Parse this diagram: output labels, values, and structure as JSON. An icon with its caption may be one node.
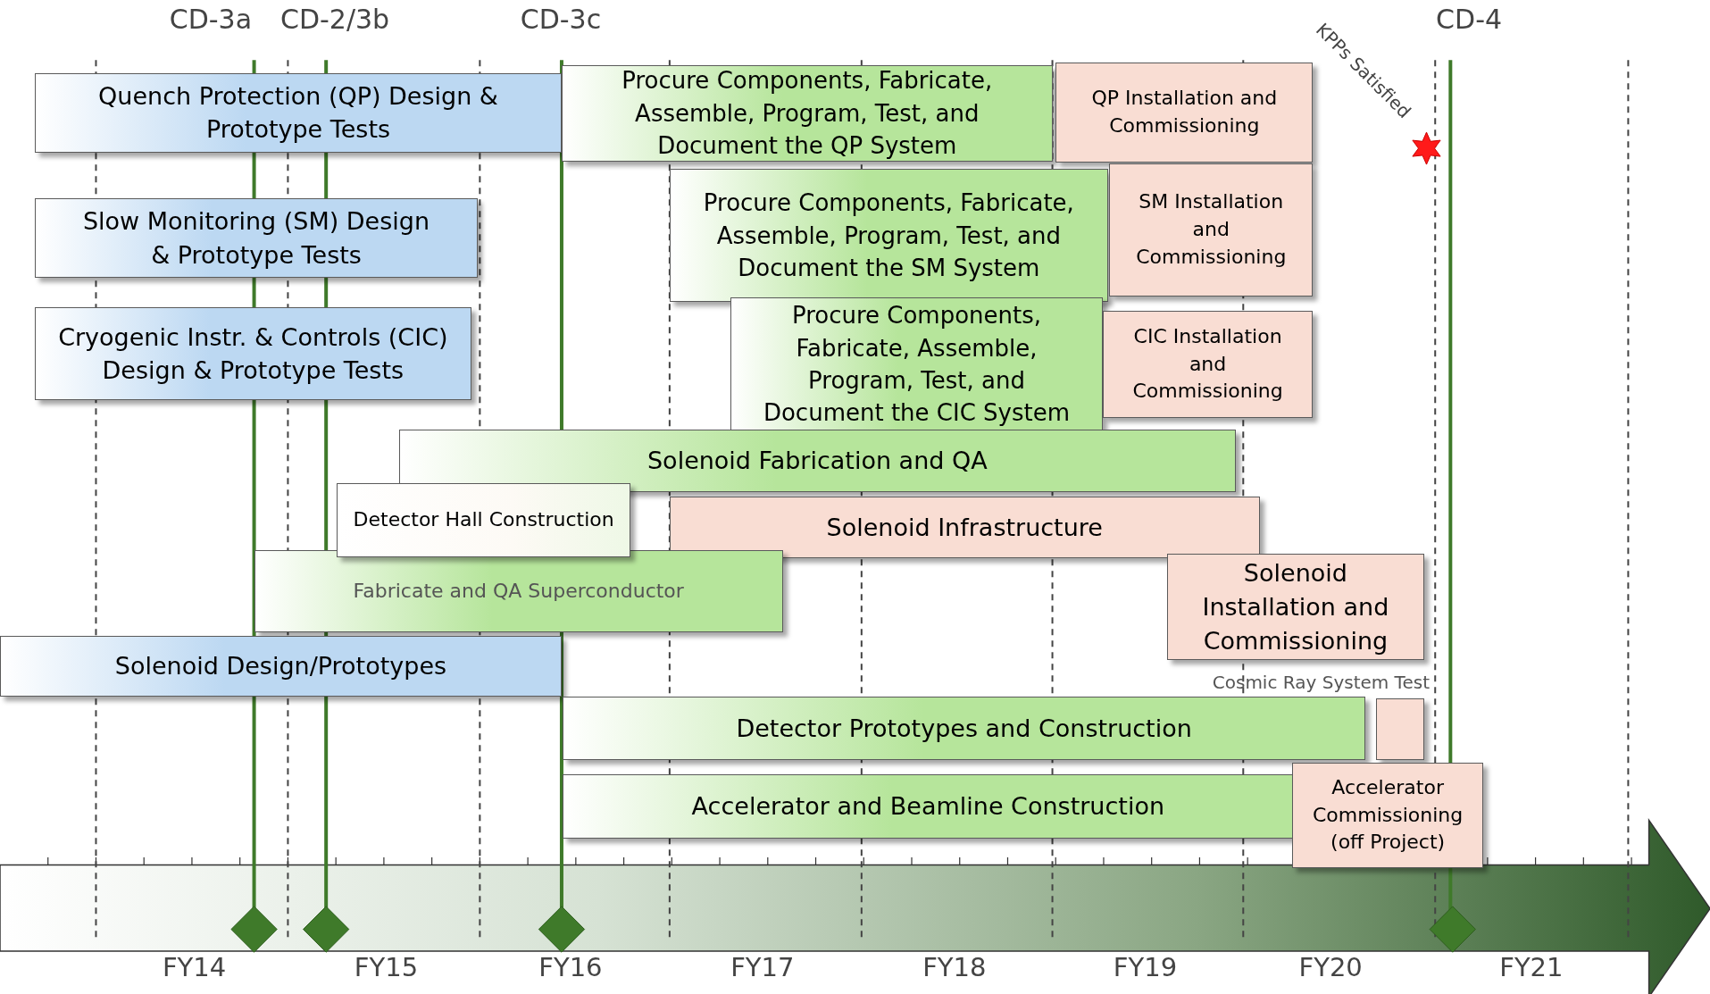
{
  "diagram": {
    "nodes": [
      {
        "text": [
          "Quench Protection (QP) Design & Prototype Tests"
        ]
      },
      {
        "text": [
          "Procure Components, Fabricate, Assemble, Program, Test, and Document  the QP System"
        ]
      },
      {
        "text": [
          "QP Installation and Commissioning"
        ]
      },
      {
        "text": [
          "Slow Monitoring (SM) Design & Prototype Tests"
        ]
      },
      {
        "text": [
          "Procure Components, Fabricate, Assemble, Program, Test, and Document  the SM System"
        ]
      },
      {
        "text": [
          "SM Installation and Commissioning"
        ]
      },
      {
        "text": [
          "Cryogenic Instr. & Controls (CIC) Design & Prototype Tests"
        ]
      },
      {
        "text": [
          "Procure Components, Fabricate, Assemble, Program, Test, and Document  the CIC System"
        ]
      },
      {
        "text": [
          "CIC Installation and Commissioning"
        ]
      },
      {
        "text": [
          "Solenoid Fabrication and QA"
        ]
      },
      {
        "text": [
          "Detector Hall Construction"
        ]
      },
      {
        "text": [
          "Solenoid Infrastructure"
        ]
      },
      {
        "text": [
          "Fabricate and  QA Superconductor"
        ]
      },
      {
        "text": [
          "Solenoid Installation and Commissioning"
        ]
      },
      {
        "text": [
          "Solenoid Design/Prototypes"
        ]
      },
      {
        "text": [
          "Detector Prototypes and Construction"
        ]
      },
      {
        "text": [
          "Cosmic Ray System Test"
        ]
      },
      {
        "text": [
          "Accelerator and Beamline Construction"
        ]
      },
      {
        "text": [
          "Accelerator Commissioning (off Project)"
        ]
      }
    ],
    "edges": [],
    "labels": [
      "CD-3a",
      "CD-2/3b",
      "CD-3c",
      "KPPs Satisfied",
      "CD-4",
      "FY14",
      "FY15",
      "FY16",
      "FY17",
      "FY18",
      "FY19",
      "FY20",
      "FY21"
    ]
  }
}
